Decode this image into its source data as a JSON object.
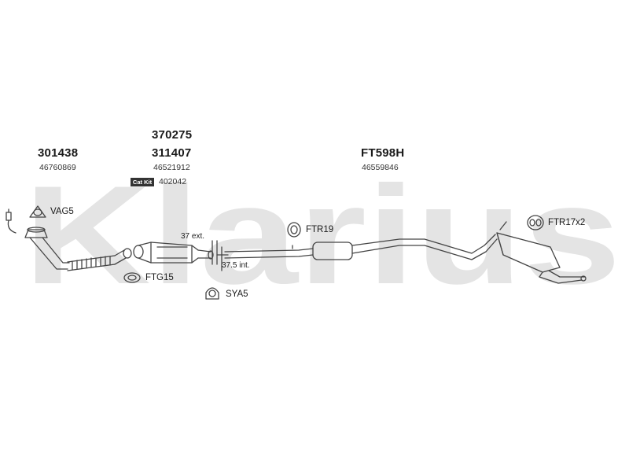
{
  "watermark": "Klarius",
  "parts": [
    {
      "part_no": "301438",
      "oe": "46760869"
    },
    {
      "part_no_top": "370275",
      "part_no": "311407",
      "oe": "46521912",
      "catkit_label": "Cat Kit",
      "catkit_no": "402042"
    },
    {
      "part_no": "FT598H",
      "oe": "46559846"
    }
  ],
  "fittings": {
    "vag5": "VAG5",
    "ftg15": "FTG15",
    "sya5": "SYA5",
    "ftr19": "FTR19",
    "ftr17": "FTR17x2"
  },
  "dimensions": {
    "ext": "37 ext.",
    "int": "37.5 int."
  },
  "colors": {
    "watermark": "#e3e3e3",
    "line": "#444444"
  }
}
